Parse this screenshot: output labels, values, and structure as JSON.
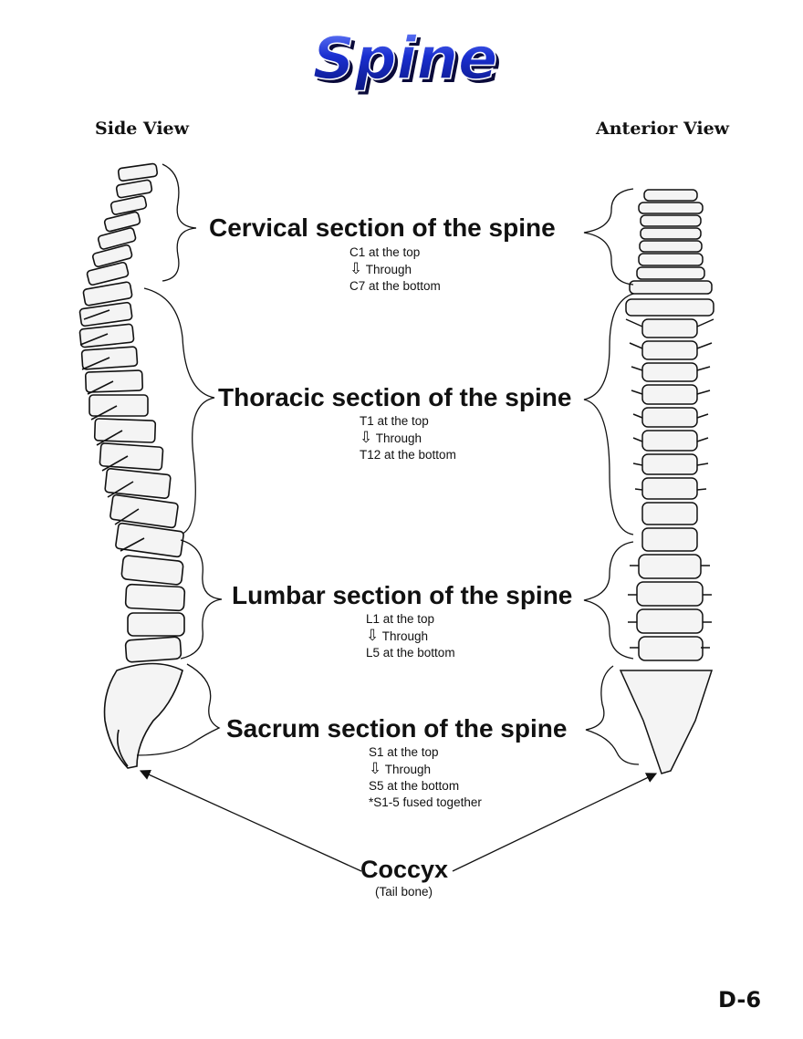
{
  "title": "Spine",
  "views": {
    "left": "Side View",
    "right": "Anterior View"
  },
  "sections": [
    {
      "title": "Cervical section of the spine",
      "top": "C1 at the top",
      "through": "Through",
      "bottom": "C7 at the bottom",
      "extra": ""
    },
    {
      "title": "Thoracic section of the spine",
      "top": "T1 at the top",
      "through": "Through",
      "bottom": "T12 at the bottom",
      "extra": ""
    },
    {
      "title": "Lumbar section of the spine",
      "top": "L1 at the top",
      "through": "Through",
      "bottom": "L5 at the bottom",
      "extra": ""
    },
    {
      "title": "Sacrum section of the spine",
      "top": "S1 at the top",
      "through": "Through",
      "bottom": "S5 at the bottom",
      "extra": "*S1-5 fused together"
    }
  ],
  "arrow_glyph": "⇩",
  "coccyx": {
    "title": "Coccyx",
    "subtitle": "(Tail bone)"
  },
  "page_number": "D-6",
  "colors": {
    "title_fill": "#1a2fd0",
    "title_shadow": "#0a0a3a",
    "line": "#111111"
  }
}
